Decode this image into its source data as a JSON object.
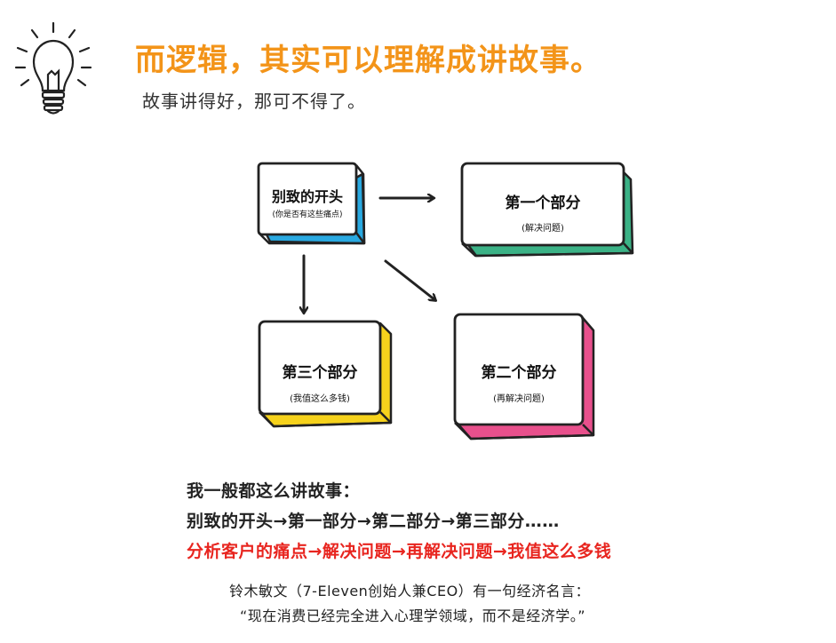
{
  "header": {
    "title": "而逻辑，其实可以理解成讲故事。",
    "subtitle": "故事讲得好，那可不得了。"
  },
  "diagram": {
    "nodes": [
      {
        "id": "opening",
        "label": "别致的开头",
        "sub": "(你是否有这些痛点)",
        "accent": "#29a9e1"
      },
      {
        "id": "part1",
        "label": "第一个部分",
        "sub": "(解决问题)",
        "accent": "#3bb286"
      },
      {
        "id": "part3",
        "label": "第三个部分",
        "sub": "(我值这么多钱)",
        "accent": "#f6d21c"
      },
      {
        "id": "part2",
        "label": "第二个部分",
        "sub": "(再解决问题)",
        "accent": "#e8508c"
      }
    ]
  },
  "summary": {
    "line1": "我一般都这么讲故事：",
    "line2": "别致的开头→第一部分→第二部分→第三部分……",
    "line3": "分析客户的痛点→解决问题→再解决问题→我值这么多钱"
  },
  "quote": {
    "line1": "铃木敏文（7-Eleven创始人兼CEO）有一句经济名言：",
    "line2": "“现在消费已经完全进入心理学领域，而不是经济学。”"
  },
  "colors": {
    "title": "#f39419",
    "highlight": "#e8251f"
  },
  "icons": {
    "bulb": "lightbulb-icon"
  }
}
